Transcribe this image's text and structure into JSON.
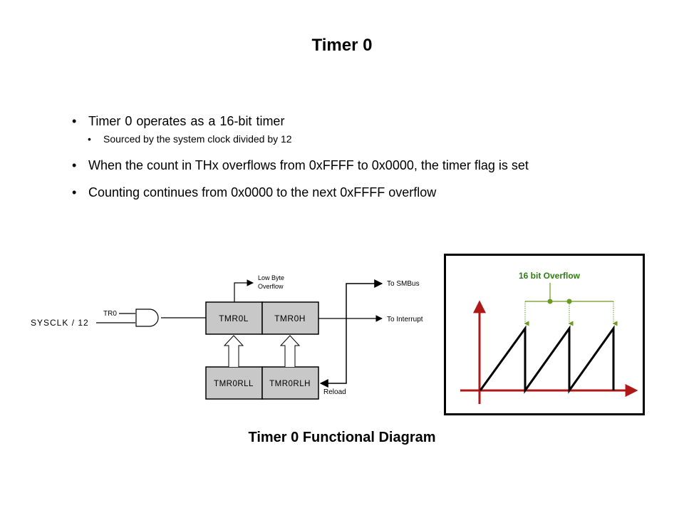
{
  "slide": {
    "title": "Timer 0",
    "bullets": [
      {
        "text": "Timer  0 operates as a 16-bit timer",
        "level": 1
      },
      {
        "text": "Sourced by the system clock divided by 12",
        "level": 2
      },
      {
        "text": "When the count in THx  overflows from 0xFFFF to 0x0000, the timer flag is set",
        "level": 1
      },
      {
        "text": "Counting  continues from 0x0000 to the next 0xFFFF overflow",
        "level": 1
      }
    ],
    "bullet_glyph": "•",
    "caption": "Timer 0 Functional Diagram"
  },
  "block_diagram": {
    "input_clock": "SYSCLK / 12",
    "enable_signal": "TR0",
    "gate": "and-gate",
    "registers": {
      "low": "TMR0L",
      "high": "TMR0H",
      "reload_low": "TMR0RLL",
      "reload_high": "TMR0RLH"
    },
    "low_byte_overflow_line1": "Low Byte",
    "low_byte_overflow_line2": "Overflow",
    "to_smbus": "To SMBus",
    "to_interrupt": "To Interrupt",
    "reload": "Reload",
    "register_fill": "#c8c8c8"
  },
  "waveform": {
    "label": "16 bit Overflow",
    "label_color": "#2e7d12",
    "marker_color": "#6a9a1f",
    "axis_color": "#b01818",
    "wave_color": "#000000",
    "cycles": 3
  }
}
